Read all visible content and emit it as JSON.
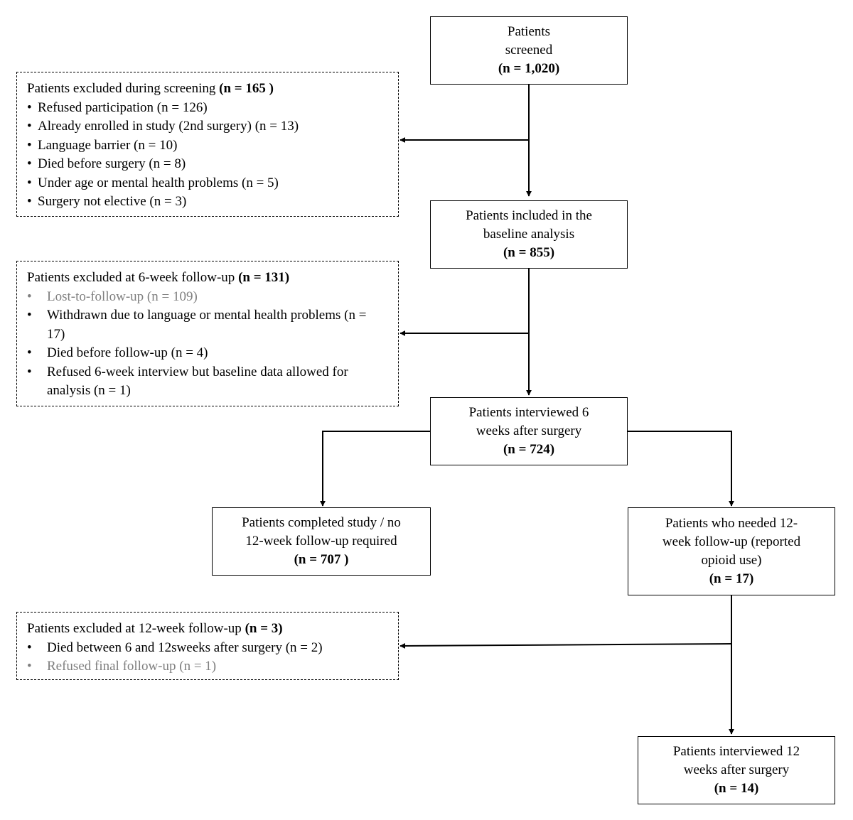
{
  "screened": {
    "line1": "Patients",
    "line2": "screened",
    "count": "(n = 1,020)"
  },
  "baseline": {
    "line1": "Patients included in the",
    "line2": "baseline analysis",
    "count": "(n = 855)"
  },
  "interviewed6": {
    "line1": "Patients interviewed 6",
    "line2": "weeks after surgery",
    "count": "(n = 724)"
  },
  "completed": {
    "line1": "Patients completed study / no",
    "line2": "12-week follow-up required",
    "count": "(n = 707 )"
  },
  "needed12": {
    "line1": "Patients who needed 12-",
    "line2": "week follow-up (reported",
    "line3": "opioid use)",
    "count": "(n = 17)"
  },
  "interviewed12": {
    "line1": "Patients interviewed 12",
    "line2": "weeks after surgery",
    "count": "(n = 14)"
  },
  "excluded_screening": {
    "heading": "Patients excluded during screening ",
    "heading_count": "(n = 165 )",
    "bullet": "•",
    "items": [
      "Refused participation (n = 126)",
      "Already enrolled in study (2nd surgery) (n = 13)",
      "Language barrier (n = 10)",
      "Died before surgery (n = 8)",
      "Under age or mental health problems (n = 5)",
      "Surgery not elective (n = 3)"
    ]
  },
  "excluded_6week": {
    "heading": "Patients excluded at 6-week follow-up ",
    "heading_count": "(n = 131)",
    "bullet": "•",
    "items": [
      "Lost-to-follow-up (n = 109)",
      "Withdrawn due to language or mental health problems (n = 17)",
      "Died before follow-up (n = 4)",
      "Refused 6-week interview but baseline data allowed for analysis (n = 1)"
    ]
  },
  "excluded_12week": {
    "heading": "Patients excluded at 12-week follow-up ",
    "heading_count": "(n = 3)",
    "bullet": "•",
    "items": [
      "Died between 6 and 12sweeks after surgery (n = 2)",
      "Refused final follow-up (n = 1)"
    ]
  },
  "colors": {
    "line": "#000000",
    "muted_text": "#7f7f7f"
  }
}
